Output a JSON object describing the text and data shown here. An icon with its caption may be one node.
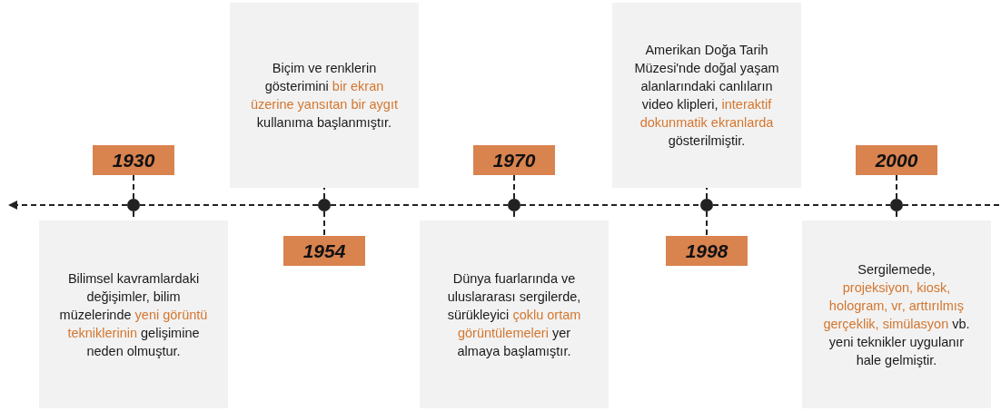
{
  "diagram": {
    "nodes": [
      {
        "text": [
          "1930"
        ]
      },
      {
        "text": [
          "Bilimsel kavramlardaki değişimler, bilim müzelerinde **yeni görüntü tekniklerinin** gelişimine neden olmuştur."
        ]
      },
      {
        "text": [],
        "shape": "circle"
      },
      {
        "text": [
          "1954"
        ]
      },
      {
        "text": [
          "Biçim ve renklerin gösterimini **bir ekran üzerine yansıtan bir aygıt** kullanıma başlanmıştır."
        ]
      },
      {
        "text": [],
        "shape": "circle"
      },
      {
        "text": [
          "1970"
        ]
      },
      {
        "text": [
          "Dünya fuarlarında ve uluslararası sergilerde, sürükleyici **çoklu ortam görüntülemeleri** yer almaya başlamıştır."
        ]
      },
      {
        "text": [],
        "shape": "circle"
      },
      {
        "text": [
          "1998"
        ]
      },
      {
        "text": [
          "Amerikan Doğa Tarih Müzesi'nde doğal yaşam alanlarındaki canlıların video klipleri, **interaktif dokunmatik ekranlarda** gösterilmiştir."
        ]
      },
      {
        "text": [],
        "shape": "circle"
      },
      {
        "text": [
          "2000"
        ]
      },
      {
        "text": [
          "Sergilemede, **projeksiyon, kiosk, hologram, vr, arttırılmış gerçeklik, simülasyon** vb. yeni teknikler uygulanır hale gelmiştir."
        ]
      },
      {
        "text": [],
        "shape": "circle"
      }
    ],
    "edges": [
      {
        "from": 2,
        "to": 0,
        "arrow": "none",
        "style": "dashed"
      },
      {
        "from": 2,
        "to": 1,
        "arrow": "none",
        "style": "dashed"
      },
      {
        "from": 5,
        "to": 4,
        "arrow": "none",
        "style": "dashed"
      },
      {
        "from": 5,
        "to": 3,
        "arrow": "none",
        "style": "dashed"
      },
      {
        "from": 8,
        "to": 6,
        "arrow": "none",
        "style": "dashed"
      },
      {
        "from": 8,
        "to": 7,
        "arrow": "none",
        "style": "dashed"
      },
      {
        "from": 11,
        "to": 10,
        "arrow": "none",
        "style": "dashed"
      },
      {
        "from": 11,
        "to": 9,
        "arrow": "none",
        "style": "dashed"
      },
      {
        "from": 14,
        "to": 12,
        "arrow": "none",
        "style": "dashed"
      },
      {
        "from": 14,
        "to": 13,
        "arrow": "none",
        "style": "dashed"
      },
      {
        "from": 2,
        "to": null,
        "arrow": "to",
        "style": "dashed"
      },
      {
        "from": 2,
        "to": 5,
        "arrow": "none",
        "style": "dashed"
      },
      {
        "from": 5,
        "to": 8,
        "arrow": "none",
        "style": "dashed"
      },
      {
        "from": 8,
        "to": 11,
        "arrow": "none",
        "style": "dashed"
      },
      {
        "from": 11,
        "to": 14,
        "arrow": "none",
        "style": "dashed"
      },
      {
        "from": 14,
        "to": null,
        "arrow": "none",
        "style": "dashed"
      }
    ]
  }
}
